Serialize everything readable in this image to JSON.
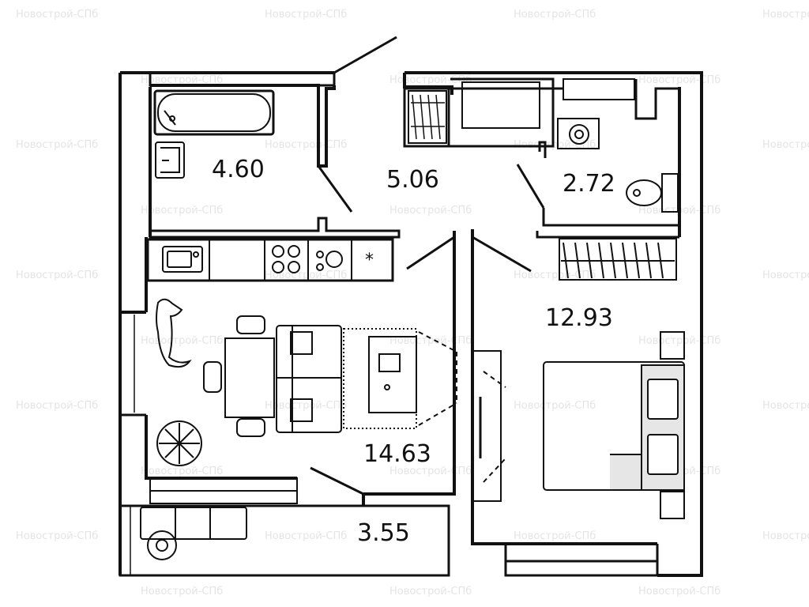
{
  "watermark": {
    "text": "Новострой-СПб"
  },
  "rooms": {
    "bathroom": {
      "area": "4.60"
    },
    "hallway": {
      "area": "5.06"
    },
    "toilet": {
      "area": "2.72"
    },
    "bedroom": {
      "area": "12.93"
    },
    "living_kitchen": {
      "area": "14.63"
    },
    "balcony": {
      "area": "3.55"
    }
  }
}
